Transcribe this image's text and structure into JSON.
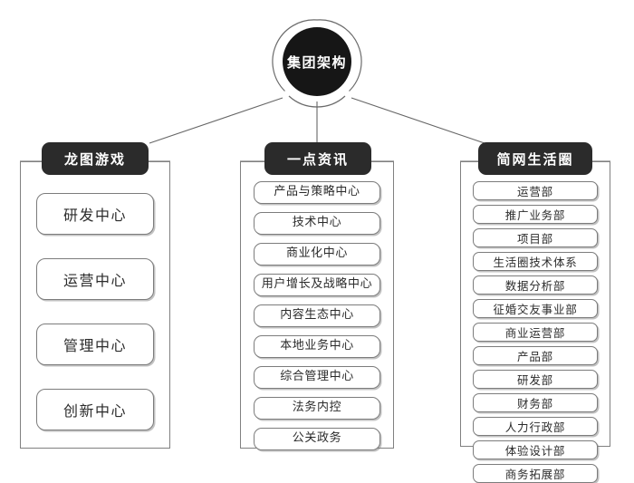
{
  "chart_data": {
    "type": "diagram",
    "title": "集团架构",
    "layout": "org-chart",
    "root": {
      "label": "集团架构",
      "shape": "circle-with-outer-ring",
      "fill": "#161616",
      "text_color": "#ffffff"
    },
    "branches": [
      {
        "id": "longtu",
        "header": "龙图游戏",
        "items": [
          "研发中心",
          "运营中心",
          "管理中心",
          "创新中心"
        ]
      },
      {
        "id": "yidian",
        "header": "一点资讯",
        "items": [
          "产品与策略中心",
          "技术中心",
          "商业化中心",
          "用户增长及战略中心",
          "内容生态中心",
          "本地业务中心",
          "综合管理中心",
          "法务内控",
          "公关政务"
        ]
      },
      {
        "id": "jianwang",
        "header": "简网生活圈",
        "items": [
          "运营部",
          "推广业务部",
          "项目部",
          "生活圈技术体系",
          "数据分析部",
          "征婚交友事业部",
          "商业运营部",
          "产品部",
          "研发部",
          "财务部",
          "人力行政部",
          "体验设计部",
          "商务拓展部"
        ]
      }
    ]
  },
  "colors": {
    "node_fill": "#ffffff",
    "node_border": "#7c7c7c",
    "header_fill": "#2b2b2b",
    "header_text": "#ffffff",
    "root_fill": "#161616",
    "connector": "#666666",
    "background": "#ffffff"
  }
}
